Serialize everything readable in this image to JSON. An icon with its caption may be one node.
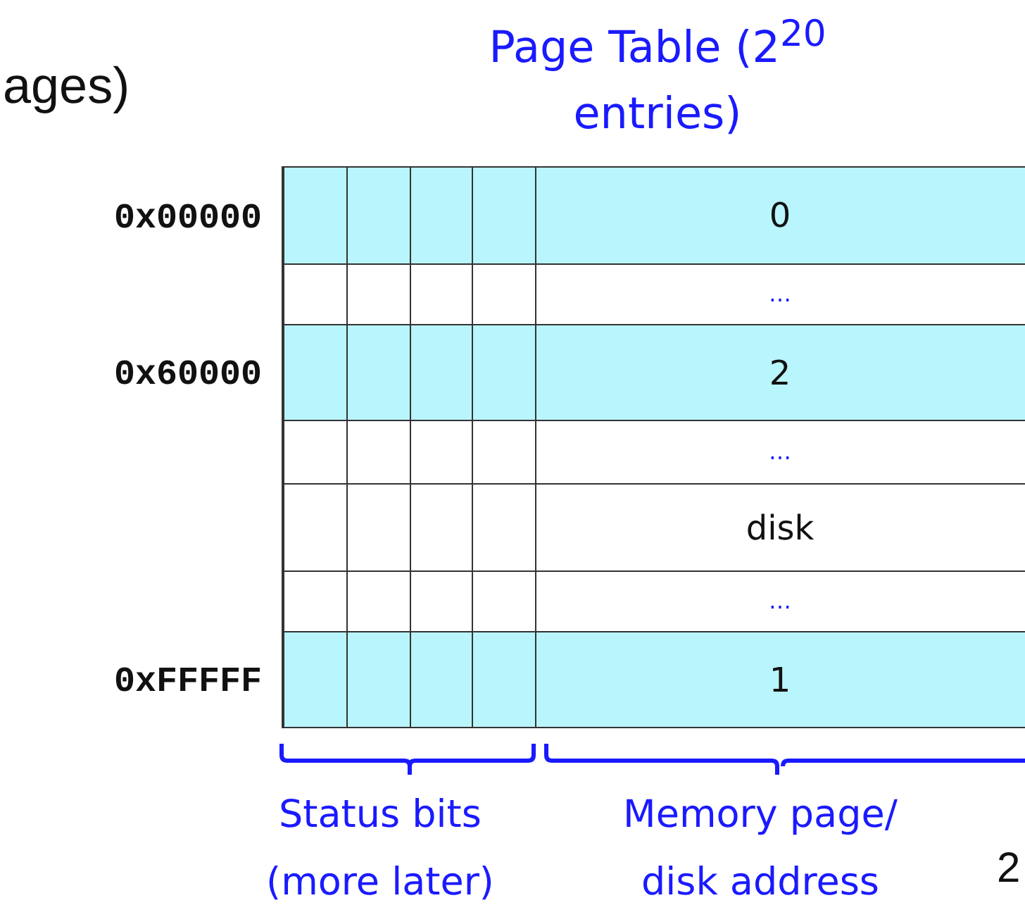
{
  "diagram": {
    "title": "Page Table (2$^{20}$ entries)",
    "nodes": [
      {
        "text": [
          "0"
        ],
        "beside": [
          "0x00000"
        ]
      },
      {
        "text": [
          "…"
        ]
      },
      {
        "text": [
          "2"
        ],
        "beside": [
          "0x60000"
        ]
      },
      {
        "text": [
          "…"
        ]
      },
      {
        "text": [
          "disk"
        ]
      },
      {
        "text": [
          "…"
        ]
      },
      {
        "text": [
          "1"
        ],
        "beside": [
          "0xFFFFF"
        ]
      }
    ],
    "edges": [],
    "labels": [
      "ages)",
      "Status bits (more later)",
      "Memory page/ disk address",
      "2"
    ]
  }
}
